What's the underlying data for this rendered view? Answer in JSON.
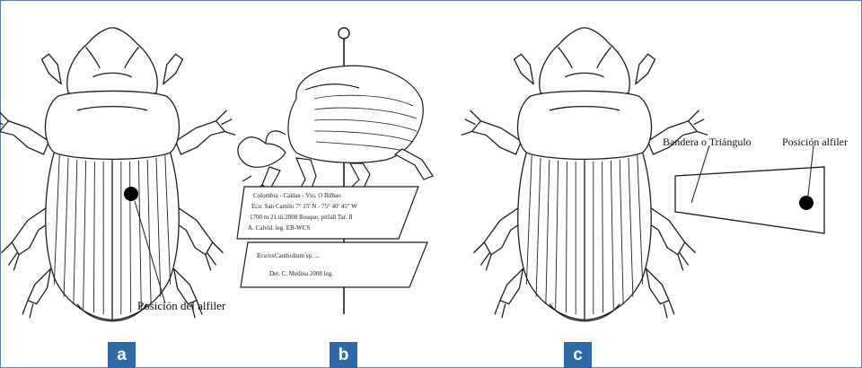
{
  "panels": [
    {
      "id": "a",
      "label": "a",
      "annotation": "Posición del alfiler"
    },
    {
      "id": "b",
      "label": "b",
      "label_card_1": [
        "Colombia - Caldas - Vto. O Bilbao",
        "Ecu: San Camilo 7° 15' N - 75° 40' 45\" W",
        "1700 m 21.iii.2008 Bosque, pitfall Tar. II",
        "A. Calvid. leg. EB-WCS"
      ],
      "label_card_2": [
        "Ecu/oxCanthidium sp. ...",
        "Det. C. Medina 2008 leg."
      ]
    },
    {
      "id": "c",
      "label": "c",
      "flag_label": "Bandera o Triángulo",
      "pin_label": "Posición alfiler"
    }
  ],
  "colors": {
    "badge": "#2d6aa8",
    "line": "#1a1a1a",
    "border": "#5a7fa6"
  }
}
